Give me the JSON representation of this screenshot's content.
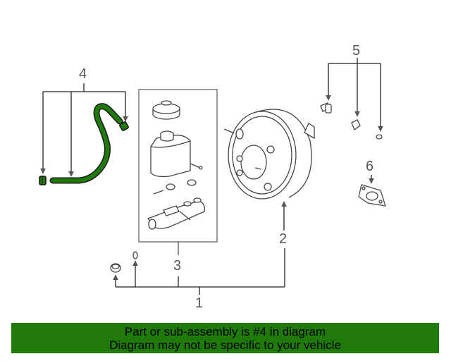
{
  "diagram": {
    "callouts": {
      "c1": "1",
      "c2": "2",
      "c3": "3",
      "c4": "4",
      "c5": "5",
      "c6": "6"
    },
    "highlight_color": "#1f7a0a",
    "line_color": "#555555"
  },
  "banner": {
    "line1": "Part or sub-assembly is #4 in diagram",
    "line2": "Diagram may not be specific to your vehicle",
    "background": "#1f7a0a"
  }
}
